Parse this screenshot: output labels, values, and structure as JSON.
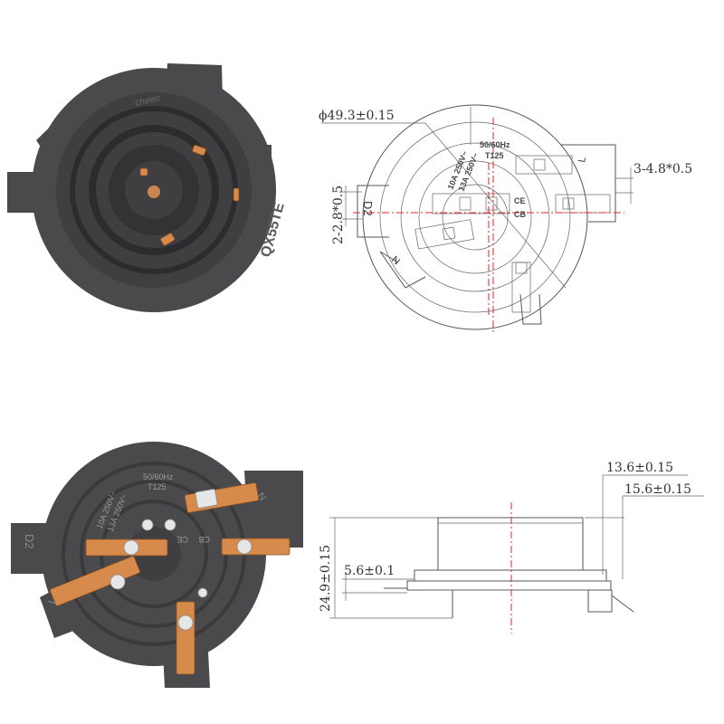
{
  "brand_logo": "cheerr",
  "model_text": "QX55TE",
  "top_view": {
    "dim_diameter": "ϕ49.3±0.15",
    "dim_left_slot": "2-2.8*0.5",
    "dim_right_slot": "3-4.8*0.5",
    "rating_1": "10A 250V~",
    "rating_2": "13A 250V~",
    "freq": "50/60Hz",
    "temp": "T125",
    "mark_d2": "D2",
    "mark_n": "N",
    "mark_l": "L",
    "mark_ce": "CE",
    "mark_cb": "CB"
  },
  "bottom_photo": {
    "freq": "50/60Hz",
    "temp": "T125",
    "rating_1": "10A 250V~",
    "rating_2": "13A 250V~",
    "mark_d2": "D2",
    "mark_n": "N",
    "mark_l": "L",
    "mark_ce": "CE",
    "mark_cb": "CB"
  },
  "side_view": {
    "dim_a": "13.6±0.15",
    "dim_b": "15.6±0.15",
    "dim_height": "24.9±0.15",
    "dim_base": "5.6±0.1"
  },
  "colors": {
    "body": "#4a4a4c",
    "copper": "#d68a4c",
    "centerline": "#e0232e"
  }
}
